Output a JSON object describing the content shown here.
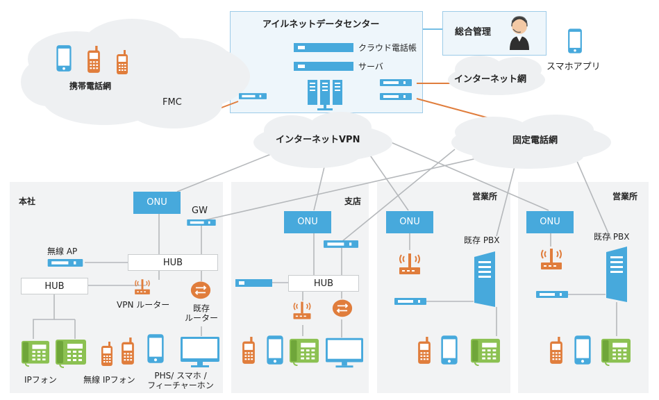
{
  "datacenter": {
    "title": "アイルネットデータセンター",
    "cloud_phonebook": "クラウド電話帳",
    "server": "サーバ"
  },
  "management": {
    "label": "総合管理"
  },
  "smartphone_app": {
    "label": "スマホアプリ"
  },
  "clouds": {
    "mobile": "携帯電話網",
    "fmc": "FMC",
    "internet": "インターネット網",
    "vpn": "インターネットVPN",
    "fixed": "固定電話網"
  },
  "sites": {
    "hq": "本社",
    "branch": "支店",
    "office1": "営業所",
    "office2": "営業所"
  },
  "hq": {
    "onu": "ONU",
    "gw": "GW",
    "wireless_ap": "無線 AP",
    "hub_main": "HUB",
    "hub_sub": "HUB",
    "vpn_router": "VPN ルーター",
    "existing_router": "既存\nルーター",
    "ip_phone": "IPフォン",
    "wireless_ip_phone": "無線 IPフォン",
    "phs": "PHS/ スマホ /\nフィーチャーホン"
  },
  "branch": {
    "onu": "ONU",
    "hub": "HUB"
  },
  "office1": {
    "onu": "ONU",
    "pbx": "既存 PBX"
  },
  "office2": {
    "onu": "ONU",
    "pbx": "既存 PBX"
  },
  "colors": {
    "blue": "#47a9dc",
    "orange": "#e07d3c",
    "green": "#8cc152",
    "line": "#b5b8bb",
    "orange_line": "#e07d3c",
    "panel": "#f2f3f4",
    "cloud": "#eef0f2"
  }
}
